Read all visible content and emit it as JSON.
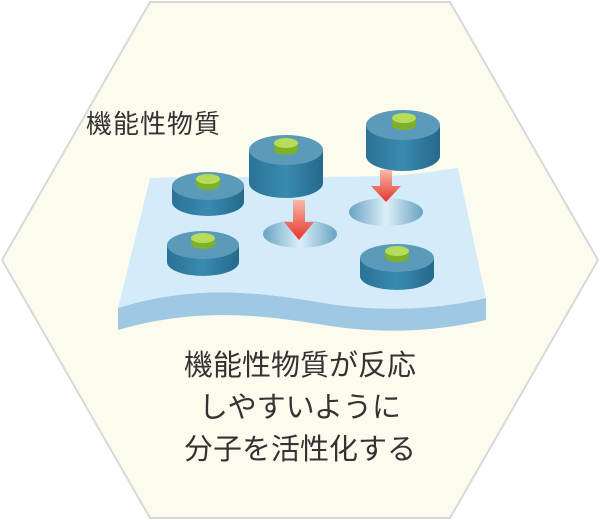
{
  "label_top": "機能性物質",
  "caption": {
    "line1": "機能性物質が反応",
    "line2": "しやすいように",
    "line3": "分子を活性化する"
  },
  "colors": {
    "background": "#fdfbee",
    "hexagon_border": "#d8d8d8",
    "surface": "#d4ecf9",
    "surface_edge": "#9fc9e2",
    "cylinder_side": "#2f7ea0",
    "cylinder_top": "#5b9ab9",
    "molecule": "#9ccc3c",
    "arrow": "#e8342c",
    "text": "#333333"
  },
  "icons": [
    "functional-material-cylinder-icon",
    "molecule-pellet-icon",
    "down-arrow-icon",
    "surface-hole-icon"
  ]
}
